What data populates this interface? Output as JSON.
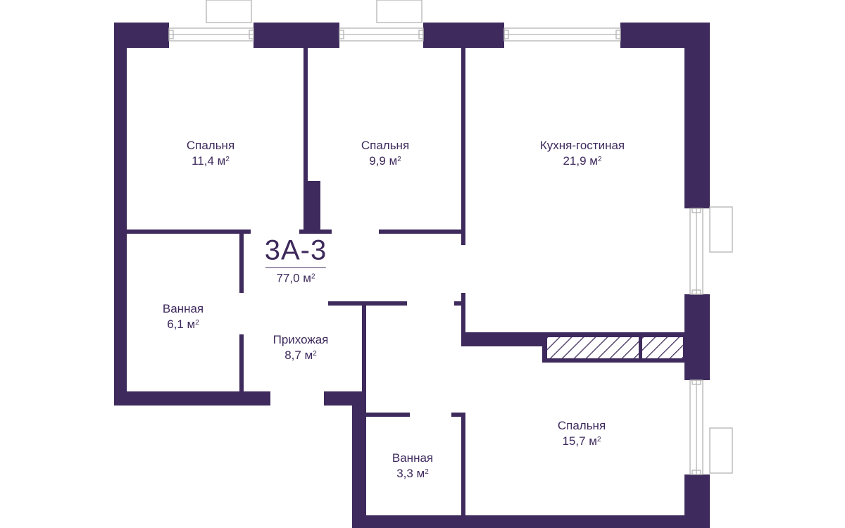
{
  "apartment": {
    "code": "3А-3",
    "area": "77,0 м",
    "unit_sup": "2"
  },
  "rooms": [
    {
      "name": "Спальня",
      "area": "11,4 м",
      "sup": "2"
    },
    {
      "name": "Спальня",
      "area": "9,9 м",
      "sup": "2"
    },
    {
      "name": "Кухня-гостиная",
      "area": "21,9 м",
      "sup": "2"
    },
    {
      "name": "Ванная",
      "area": "6,1 м",
      "sup": "2"
    },
    {
      "name": "Прихожая",
      "area": "8,7 м",
      "sup": "2"
    },
    {
      "name": "Ванная",
      "area": "3,3 м",
      "sup": "2"
    },
    {
      "name": "Спальня",
      "area": "15,7 м",
      "sup": "2"
    }
  ],
  "colors": {
    "wall": "#3e2a5c",
    "window_frame": "#b4b4b4",
    "background": "#ffffff"
  }
}
